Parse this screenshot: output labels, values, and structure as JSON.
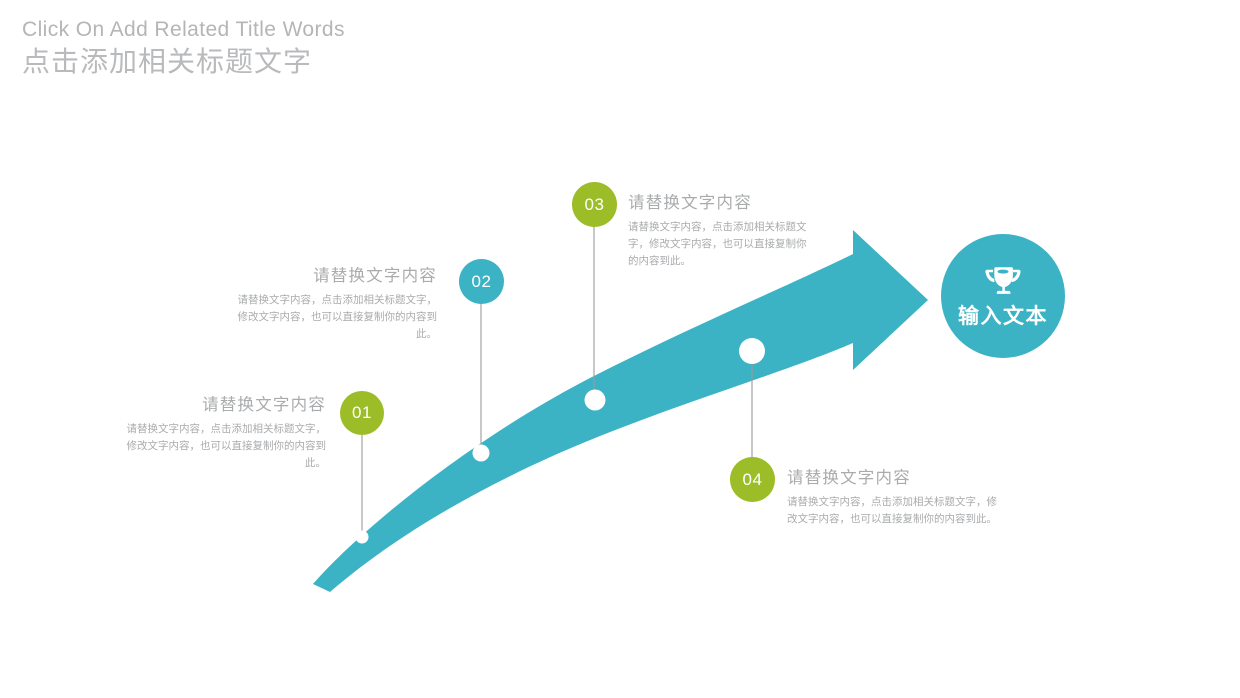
{
  "title": {
    "english": "Click On Add Related Title Words",
    "chinese": "点击添加相关标题文字"
  },
  "colors": {
    "teal": "#3bb3c4",
    "green": "#9cbd27",
    "text_gray": "#a9abad",
    "connector_gray": "#9a9a9a",
    "white": "#ffffff"
  },
  "steps": [
    {
      "number": "01",
      "badge_color": "#9cbd27",
      "heading": "请替换文字内容",
      "body": "请替换文字内容，点击添加相关标题文字，修改文字内容，也可以直接复制你的内容到此。"
    },
    {
      "number": "02",
      "badge_color": "#3bb3c4",
      "heading": "请替换文字内容",
      "body": "请替换文字内容，点击添加相关标题文字，修改文字内容，也可以直接复制你的内容到此。"
    },
    {
      "number": "03",
      "badge_color": "#9cbd27",
      "heading": "请替换文字内容",
      "body": "请替换文字内容，点击添加相关标题文字，修改文字内容，也可以直接复制你的内容到此。"
    },
    {
      "number": "04",
      "badge_color": "#9cbd27",
      "heading": "请替换文字内容",
      "body": "请替换文字内容，点击添加相关标题文字，修改文字内容，也可以直接复制你的内容到此。"
    }
  ],
  "goal": {
    "icon": "trophy-icon",
    "label": "输入文本"
  }
}
